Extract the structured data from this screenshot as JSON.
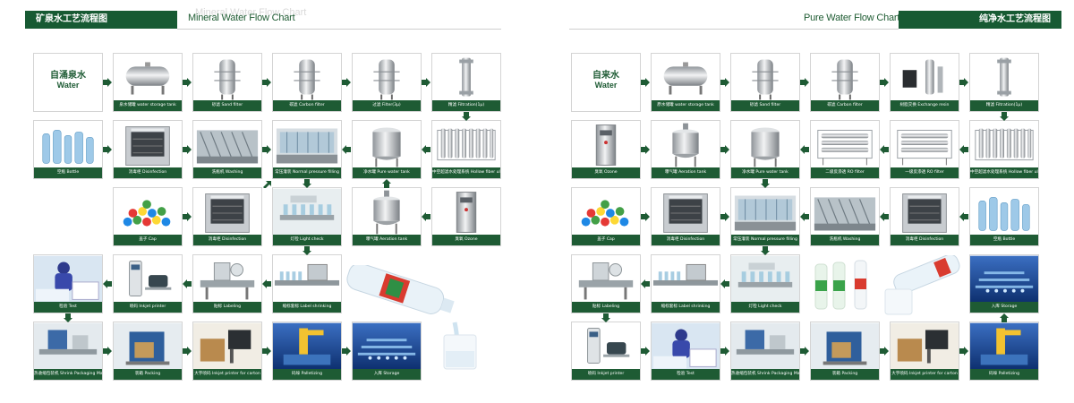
{
  "colors": {
    "brand_green": "#1e5b34",
    "header_green": "#175a33"
  },
  "left": {
    "header_cn": "矿泉水工艺流程图",
    "title": "Mineral Water Flow Chart",
    "title_ghost": "Mineral Water Flow Chart",
    "source": {
      "cn": "自涌泉水",
      "en": "Water"
    },
    "nodes": {
      "storage_tank": "泉水储罐 water storage tank",
      "sand_filter": "砂滤 Sand filter",
      "carbon_filter": "碳滤 Carbon filter",
      "filter_3": "过滤 Filter(3μ)",
      "filter_1": "精滤 Filtration(1μ)",
      "ultra": "中空超滤水处理系统 Hollow fiber ultra filtration system",
      "pure_tank": "净水罐 Pure water tank",
      "filling": "常压灌装 Normal pressure filling",
      "washing": "洗瓶机 Washing",
      "disinfection_1": "消毒柜 Disinfection",
      "bottle": "空瓶 Bottle",
      "cap": "盖子 Cap",
      "disinfection_2": "消毒柜 Disinfection",
      "light_check": "灯检 Light check",
      "aeration": "曝气罐 Aeration tank",
      "ozone": "臭氧 Ozone",
      "label_shrink": "缩标套标 Label shrinking",
      "labeling": "贴标 Labeling",
      "inkjet": "喷码 Inkjet printer",
      "test": "检验 Test",
      "shrink_pack": "热收缩包装机 Shrink Packaging Machine",
      "packing": "装箱 Packing",
      "carton_printer": "大字喷码 Inkjet printer for carton",
      "palletizing": "码垛 Palletizing",
      "storage": "入库 Storage"
    }
  },
  "right": {
    "header_cn": "纯净水工艺流程图",
    "title": "Pure Water Flow Chart",
    "title_ghost": "Pure Water Flow Chart",
    "source": {
      "cn": "自来水",
      "en": "Water"
    },
    "nodes": {
      "storage_tank": "原水储罐 water storage tank",
      "sand_filter": "砂滤 Sand filter",
      "carbon_filter": "碳滤 Carbon filter",
      "exchange_resin": "树脂交换 Exchange resin",
      "filtration": "精滤 Filtration(1μ)",
      "ultra": "中空超滤水处理系统 Hollow fiber ultra filtration system",
      "ro_1": "一级反渗透 RO filter",
      "ro_2": "二级反渗透 RO filter",
      "pure_tank": "净水罐 Pure water tank",
      "aeration": "曝气罐 Aeration tank",
      "ozone": "臭氧 Ozone",
      "bottle": "空瓶 Bottle",
      "disinfection_1": "消毒柜 Disinfection",
      "washing": "洗瓶机 Washing",
      "filling": "常压灌装 Normal pressure filling",
      "disinfection_2": "消毒柜 Disinfection",
      "cap": "盖子 Cap",
      "storage": "入库 Storage",
      "light_check": "灯检 Light check",
      "label_shrink": "缩标套标 Label shrinking",
      "labeling": "贴标 Labeling",
      "inkjet": "喷码 Inkjet printer",
      "test": "检验 Test",
      "shrink_pack": "热收缩包装机 Shrink Packaging Machine",
      "packing": "装箱 Packing",
      "carton_printer": "大字喷码 Inkjet printer for carton",
      "palletizing": "码垛 Palletizing"
    }
  }
}
